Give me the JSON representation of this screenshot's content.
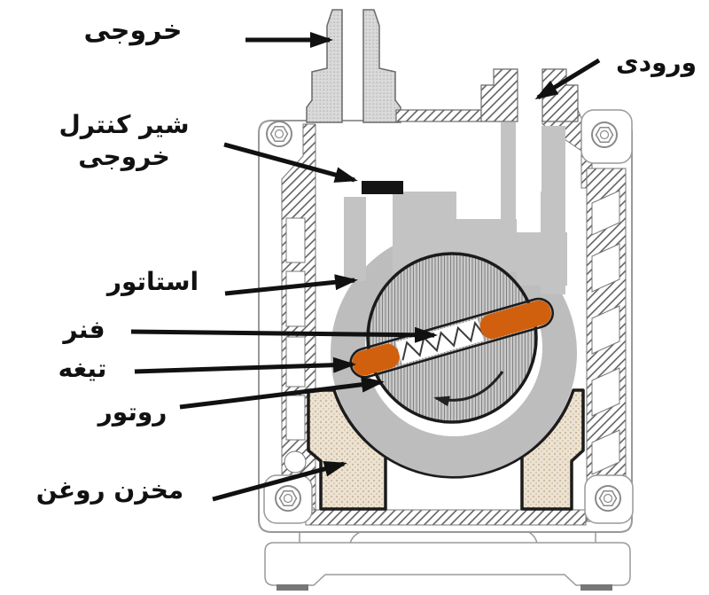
{
  "diagram": {
    "labels": {
      "outlet": "خروجی",
      "inlet": "ورودی",
      "outlet_control_valve_line1": "شیر کنترل",
      "outlet_control_valve_line2": "خروجی",
      "stator": "استاتور",
      "spring": "فنر",
      "vane": "تیغه",
      "rotor": "روتور",
      "oil_reservoir": "مخزن روغن"
    },
    "colors": {
      "vane_orange": "#d1600e",
      "oil_beige": "#ece3d3",
      "stator_gray": "#bdbdbd",
      "duct_gray": "#c3c3c3",
      "outline_dark": "#1c1c1c",
      "label_text": "#111111",
      "arrow_black": "#111111",
      "valve_black": "#141414"
    }
  }
}
